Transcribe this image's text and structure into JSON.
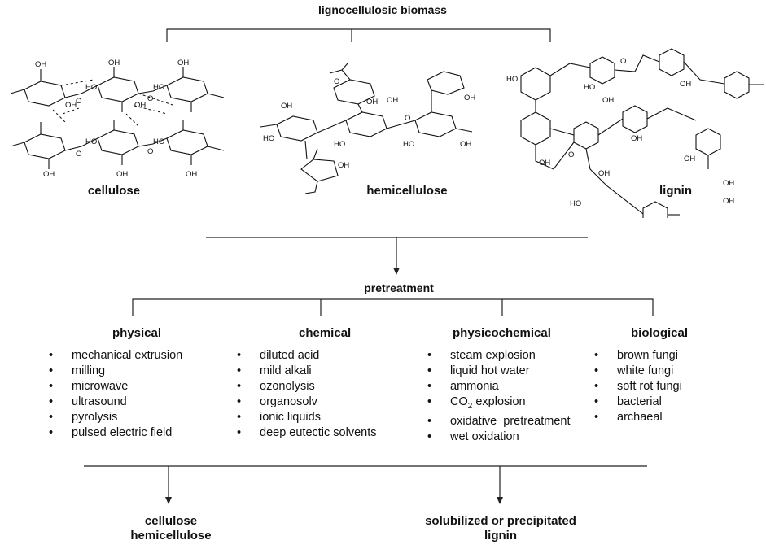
{
  "header": {
    "title": "lignocellulosic biomass"
  },
  "polymers": [
    {
      "label": "cellulose"
    },
    {
      "label": "hemicellulose"
    },
    {
      "label": "lignin"
    }
  ],
  "pretreatment": {
    "title": "pretreatment"
  },
  "categories": [
    {
      "title": "physical",
      "items": [
        "mechanical extrusion",
        "milling",
        "microwave",
        "ultrasound",
        "pyrolysis",
        "pulsed electric field"
      ]
    },
    {
      "title": "chemical",
      "items": [
        "diluted acid",
        "mild alkali",
        "ozonolysis",
        "organosolv",
        "ionic liquids",
        "deep eutectic solvents"
      ]
    },
    {
      "title": "physicochemical",
      "items": [
        "steam explosion",
        "liquid hot water",
        "ammonia",
        "CO2 explosion",
        "oxidative  pretreatment",
        "wet oxidation"
      ]
    },
    {
      "title": "biological",
      "items": [
        "brown fungi",
        "white fungi",
        "soft rot fungi",
        "bacterial",
        "archaeal"
      ]
    }
  ],
  "co2": {
    "prefix": "CO",
    "sub": "2",
    "suffix": " explosion"
  },
  "outputs": [
    {
      "line1": "cellulose",
      "line2": "hemicellulose"
    },
    {
      "line1": "solubilized or precipitated",
      "line2": "lignin"
    }
  ],
  "structure_labels": {
    "oh": "OH",
    "o": "O",
    "ho": "HO"
  }
}
